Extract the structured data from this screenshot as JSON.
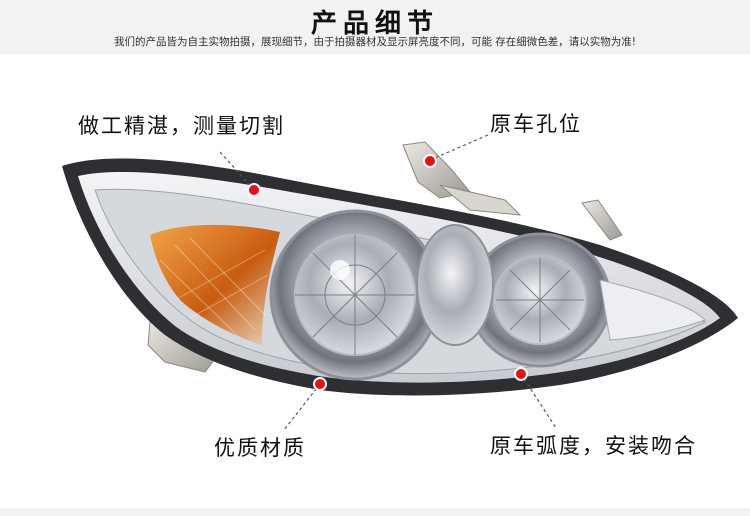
{
  "header": {
    "title": "产品细节",
    "subtitle": "我们的产品皆为自主实物拍摄，展现细节，由于拍摄器材及显示屏亮度不同，可能 存在细微色差，请以实物为准!"
  },
  "callouts": {
    "craft": "做工精湛，测量切割",
    "holes": "原车孔位",
    "material": "优质材质",
    "curve": "原车弧度，安装吻合"
  },
  "colors": {
    "marker": "#e0121a",
    "header_bg": "#f2f2f2",
    "housing": "#2e2f33",
    "amber": "#d46a12"
  }
}
